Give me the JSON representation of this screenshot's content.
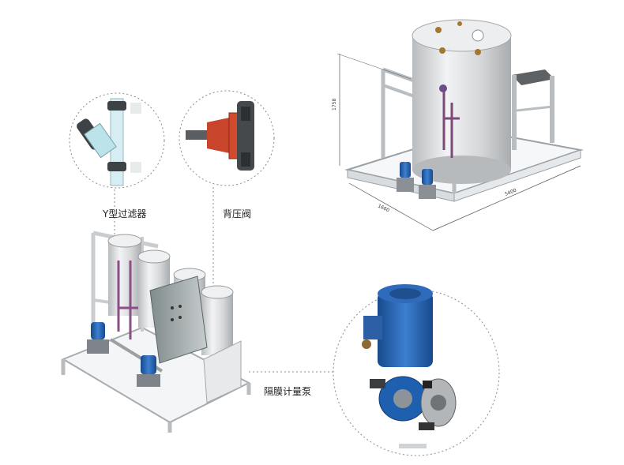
{
  "labels": {
    "y_filter": "Y型过滤器",
    "back_pressure_valve": "背压阀",
    "diaphragm_pump": "隔膜计量泵"
  },
  "dimensions": {
    "height": "1758",
    "width": "1600",
    "length": "5400"
  },
  "colors": {
    "pump_blue": "#1f5fb0",
    "valve_red": "#c8442a",
    "tank_grey": "#cfd2d4",
    "frame_white": "#eef0f1"
  }
}
